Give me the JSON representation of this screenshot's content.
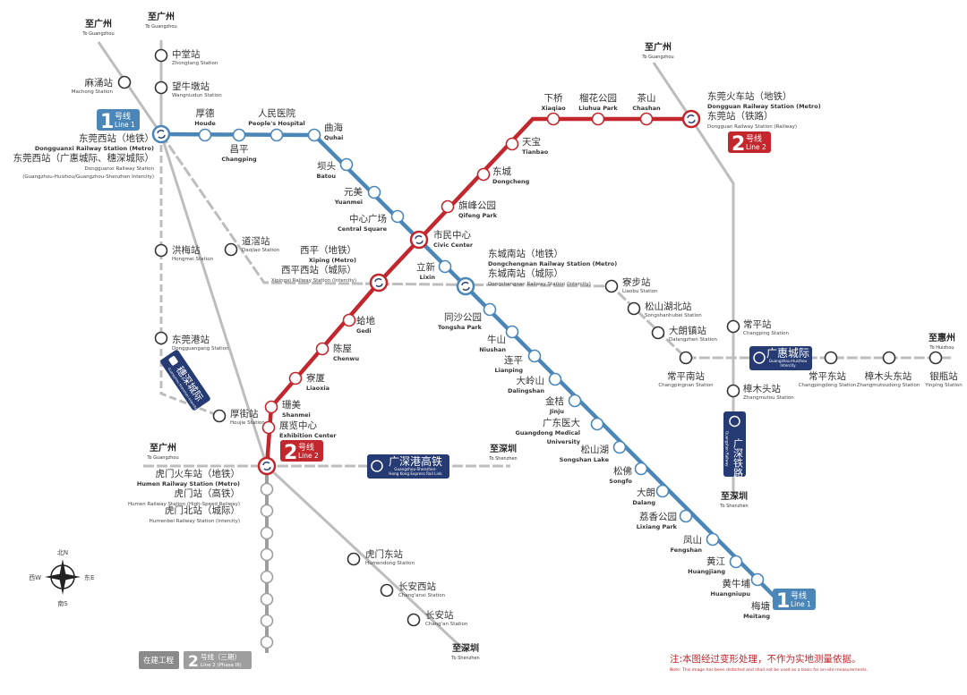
{
  "colors": {
    "line1": "#4a86b8",
    "line2": "#c1272d",
    "rail": "#bdbdbd",
    "navy": "#263b73",
    "note": "#c1272d"
  },
  "badges": {
    "line1": {
      "num": "1",
      "zh": "号线",
      "en": "Line 1"
    },
    "line2": {
      "num": "2",
      "zh": "号线",
      "en": "Line 2"
    },
    "gsg": {
      "zh": "广深港高铁",
      "en1": "Guangzhou-Shenzhen-",
      "en2": "Hong Kong Express Rail Link"
    },
    "ghcj": {
      "zh": "广惠城际",
      "en1": "Guangzhou-Huizhou",
      "en2": "Intercity"
    },
    "gstl": {
      "zh": "广深铁路",
      "en": "Guangshen Railway"
    },
    "sscj": {
      "zh": "穗深城际",
      "en": "Guangzhou-Shenzhen Intercity"
    }
  },
  "directions": {
    "gz1": {
      "zh": "至广州",
      "en": "To Guangzhou"
    },
    "gz2": {
      "zh": "至广州",
      "en": "To Guangzhou"
    },
    "gz3": {
      "zh": "至广州",
      "en": "To Guangzhou"
    },
    "gz4": {
      "zh": "至广州",
      "en": "To Guangzhou"
    },
    "sz1": {
      "zh": "至深圳",
      "en": "To Shenzhen"
    },
    "sz2": {
      "zh": "至深圳",
      "en": "To Shenzhen"
    },
    "sz3": {
      "zh": "至深圳",
      "en": "To Shenzhen"
    },
    "hz": {
      "zh": "至惠州",
      "en": "To Huizhou"
    }
  },
  "stations": {
    "dgx": {
      "zh": "东莞西站（地铁）",
      "en": "Dongguanxi Railway Station (Metro)",
      "alt_zh": "东莞西站（广惠城际、穗深城际）",
      "alt_en": "Dongguanxi Railway Station",
      "alt_en2": "(Guangzhou-Huizhou/Guangzhou-Shenzhen Intercity)"
    },
    "houde": {
      "zh": "厚德",
      "en": "Houde"
    },
    "changping": {
      "zh": "昌平",
      "en": "Changping"
    },
    "rmyy": {
      "zh": "人民医院",
      "en": "People's Hospital"
    },
    "quhai": {
      "zh": "曲海",
      "en": "Quhai"
    },
    "batou": {
      "zh": "坝头",
      "en": "Batou"
    },
    "yuanmei": {
      "zh": "元美",
      "en": "Yuanmei"
    },
    "zxgc": {
      "zh": "中心广场",
      "en": "Central Square"
    },
    "smzx": {
      "zh": "市民中心",
      "en": "Civic Center"
    },
    "lixin": {
      "zh": "立新",
      "en": "Lixin"
    },
    "dcn": {
      "zh": "东城南站（地铁）",
      "en": "Dongchengnan Railway Station (Metro)",
      "alt_zh": "东城南站（城际）",
      "alt_en": "Dongchengnan Railway Station (Intercity)"
    },
    "tsgy": {
      "zh": "同沙公园",
      "en": "Tongsha Park"
    },
    "niushan": {
      "zh": "牛山",
      "en": "Niushan"
    },
    "lianping": {
      "zh": "连平",
      "en": "Lianping"
    },
    "dls": {
      "zh": "大岭山",
      "en": "Dalingshan"
    },
    "jinju": {
      "zh": "金桔",
      "en": "Jinju"
    },
    "gdyd": {
      "zh": "广东医大",
      "en": "Guangdong Medical",
      "en2": "University"
    },
    "ssh": {
      "zh": "松山湖",
      "en": "Songshan Lake"
    },
    "songfo": {
      "zh": "松佛",
      "en": "Songfo"
    },
    "dalang": {
      "zh": "大朗",
      "en": "Dalang"
    },
    "lxgy": {
      "zh": "荔香公园",
      "en": "Lixiang Park"
    },
    "fengshan": {
      "zh": "凤山",
      "en": "Fengshan"
    },
    "huangjiang": {
      "zh": "黄江",
      "en": "Huangjiang"
    },
    "hnp": {
      "zh": "黄牛埔",
      "en": "Huangniupu"
    },
    "meitang": {
      "zh": "梅塘",
      "en": "Meitang"
    },
    "dghcz": {
      "zh": "东莞火车站（地铁）",
      "en": "Dongguan Railway Station (Metro)",
      "alt_zh": "东莞站（铁路）",
      "alt_en": "Dongguan Railway Station (Railway)"
    },
    "chashan": {
      "zh": "茶山",
      "en": "Chashan"
    },
    "lhgy": {
      "zh": "榴花公园",
      "en": "Liuhua Park"
    },
    "xiaqiao": {
      "zh": "下桥",
      "en": "Xiaqiao"
    },
    "tianbao": {
      "zh": "天宝",
      "en": "Tianbao"
    },
    "dongcheng": {
      "zh": "东城",
      "en": "Dongcheng"
    },
    "qfgy": {
      "zh": "旗峰公园",
      "en": "Qifeng Park"
    },
    "xiping": {
      "zh": "西平（地铁）",
      "en": "Xiping (Metro)",
      "alt_zh": "西平西站（城际）",
      "alt_en": "Xipingxi Railway Station (Intercity)"
    },
    "gedi": {
      "zh": "蛤地",
      "en": "Gedi"
    },
    "chenwu": {
      "zh": "陈屋",
      "en": "Chenwu"
    },
    "liaoxia": {
      "zh": "寮厦",
      "en": "Liaoxia"
    },
    "shanmei": {
      "zh": "珊美",
      "en": "Shanmei"
    },
    "zlzx": {
      "zh": "展览中心",
      "en": "Exhibition Center"
    },
    "hmhcz": {
      "zh": "虎门火车站（地铁）",
      "en": "Humen Railway Station (Metro)",
      "alt_zh": "虎门站（高铁）",
      "alt_en": "Humen Railway Station (High-Speed Railway)",
      "alt_zh2": "虎门北站（城际）",
      "alt_en2": "Humenbei Railway Station (Intercity)"
    },
    "mayong": {
      "zh": "麻涌站",
      "en": "Machong Station"
    },
    "zhongtang": {
      "zh": "中堂站",
      "en": "Zhongtang Station"
    },
    "wnd": {
      "zh": "望牛墩站",
      "en": "Wangniudun Station"
    },
    "hongmei": {
      "zh": "洪梅站",
      "en": "Hongmei Station"
    },
    "dgg": {
      "zh": "东莞港站",
      "en": "Dongguangang Station"
    },
    "daojiao": {
      "zh": "道滘站",
      "en": "Daojiao Station"
    },
    "houjie": {
      "zh": "厚街站",
      "en": "Houjie Station"
    },
    "liaobu": {
      "zh": "寮步站",
      "en": "Liaobu Station"
    },
    "sshb": {
      "zh": "松山湖北站",
      "en": "Songshanhubei Station"
    },
    "dlz": {
      "zh": "大朗镇站",
      "en": "Dalangzhen Station"
    },
    "cpn": {
      "zh": "常平南站",
      "en": "Changpingnan Station"
    },
    "cp": {
      "zh": "常平站",
      "en": "Changping Station"
    },
    "zmt": {
      "zh": "樟木头站",
      "en": "Zhangmutou Station"
    },
    "cpd": {
      "zh": "常平东站",
      "en": "Changpingdong Station"
    },
    "zmtd": {
      "zh": "樟木头东站",
      "en": "Zhangmutoudong Station"
    },
    "yinping": {
      "zh": "银瓶站",
      "en": "Yinping Station"
    },
    "hmd": {
      "zh": "虎门东站",
      "en": "Humendong Station"
    },
    "caxz": {
      "zh": "长安西站",
      "en": "Chang'anxi Station"
    },
    "changan": {
      "zh": "长安站",
      "en": "Chang'an Station"
    }
  },
  "compass": {
    "n": "北N",
    "s": "南S",
    "e": "东E",
    "w": "西W"
  },
  "legend": {
    "construction": "在建工程",
    "phase3_num": "2",
    "phase3_zh": "号线（三期）",
    "phase3_en": "Line 2 (Phase III)"
  },
  "note": {
    "zh": "注:本图经过变形处理，不作为实地测量依据。",
    "en": "Note: This image has been distorted and shall not be used as a basis for on-site measurements."
  }
}
